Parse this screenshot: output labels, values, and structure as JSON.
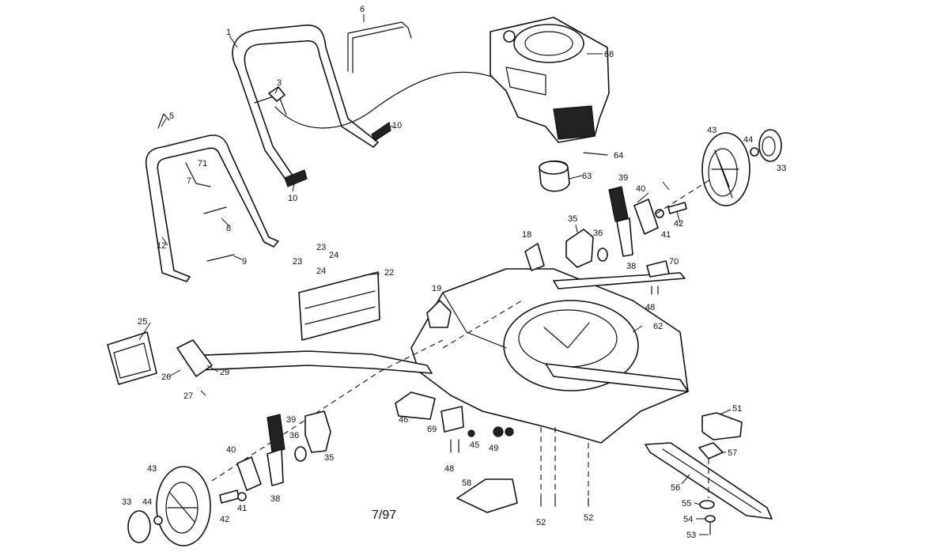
{
  "diagram": {
    "date_code": "7/97",
    "callouts": {
      "handle_upper": "1",
      "cable_clip": "3",
      "control_bar": "6",
      "cable_tie": "5",
      "cable_lower": "10",
      "cable_left": "10",
      "bolt": "7",
      "knob": "71",
      "wing_nut": "8",
      "clip_9": "9",
      "handle_lower": "12",
      "engine": "68",
      "engine_screw": "64",
      "blade_adapter_ring": "63",
      "hub_cap_r": "33",
      "washer_r": "44",
      "wheel_r": "43",
      "spring_r": "39",
      "height_bracket_r": "40",
      "bolt_r": "42",
      "spacer_r": "41",
      "lever_r": "38",
      "height_plate_r": "35",
      "spacer_36_r": "36",
      "bracket_18": "18",
      "hinge_70": "70",
      "screw_48_r": "48",
      "deck": "62",
      "bracket_19": "19",
      "screw_23a": "23",
      "screw_24a": "24",
      "screw_23b": "23",
      "screw_24b": "24",
      "rear_shield": "22",
      "grass_bag_frame": "25",
      "rear_axle": "26",
      "spring_29": "29",
      "screw_27": "27",
      "baffle": "46",
      "bracket_69": "69",
      "screw_48_l": "48",
      "nut_45": "45",
      "nut_49": "49",
      "spring_l": "39",
      "spacer_36_l": "36",
      "height_plate_l": "35",
      "height_bracket_l": "40",
      "lever_l": "38",
      "wheel_l": "43",
      "washer_l": "44",
      "hub_cap_l": "33",
      "bolt_l": "42",
      "spacer_l": "41",
      "mulch_plug": "58",
      "bolt_52a": "52",
      "bolt_52b": "52",
      "blade_adapter": "51",
      "blade_stiffener": "57",
      "blade": "56",
      "washer_55": "55",
      "washer_54": "54",
      "blade_bolt": "53"
    }
  }
}
